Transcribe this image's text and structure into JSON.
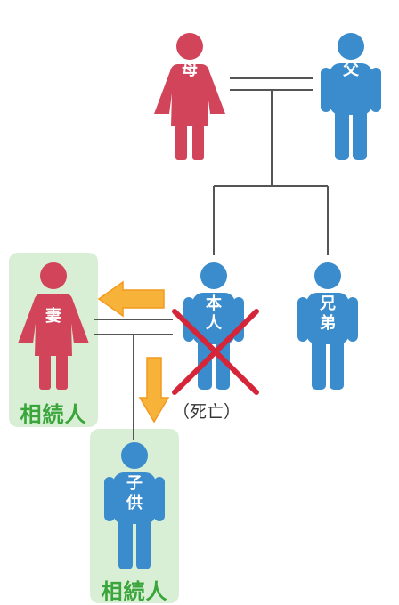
{
  "colors": {
    "female": "#d24459",
    "male": "#3a8ccc",
    "line": "#555555",
    "cross": "#d42638",
    "arrow": "#f7b23a",
    "heir_bg": "#d8efd6",
    "heir_text": "#3aa53a"
  },
  "people": {
    "mother": "母",
    "father": "父",
    "self_line1": "本",
    "self_line2": "人",
    "sibling_line1": "兄",
    "sibling_line2": "弟",
    "wife": "妻",
    "child_line1": "子",
    "child_line2": "供"
  },
  "heir_label": "相続人",
  "death_note": "（死亡）"
}
